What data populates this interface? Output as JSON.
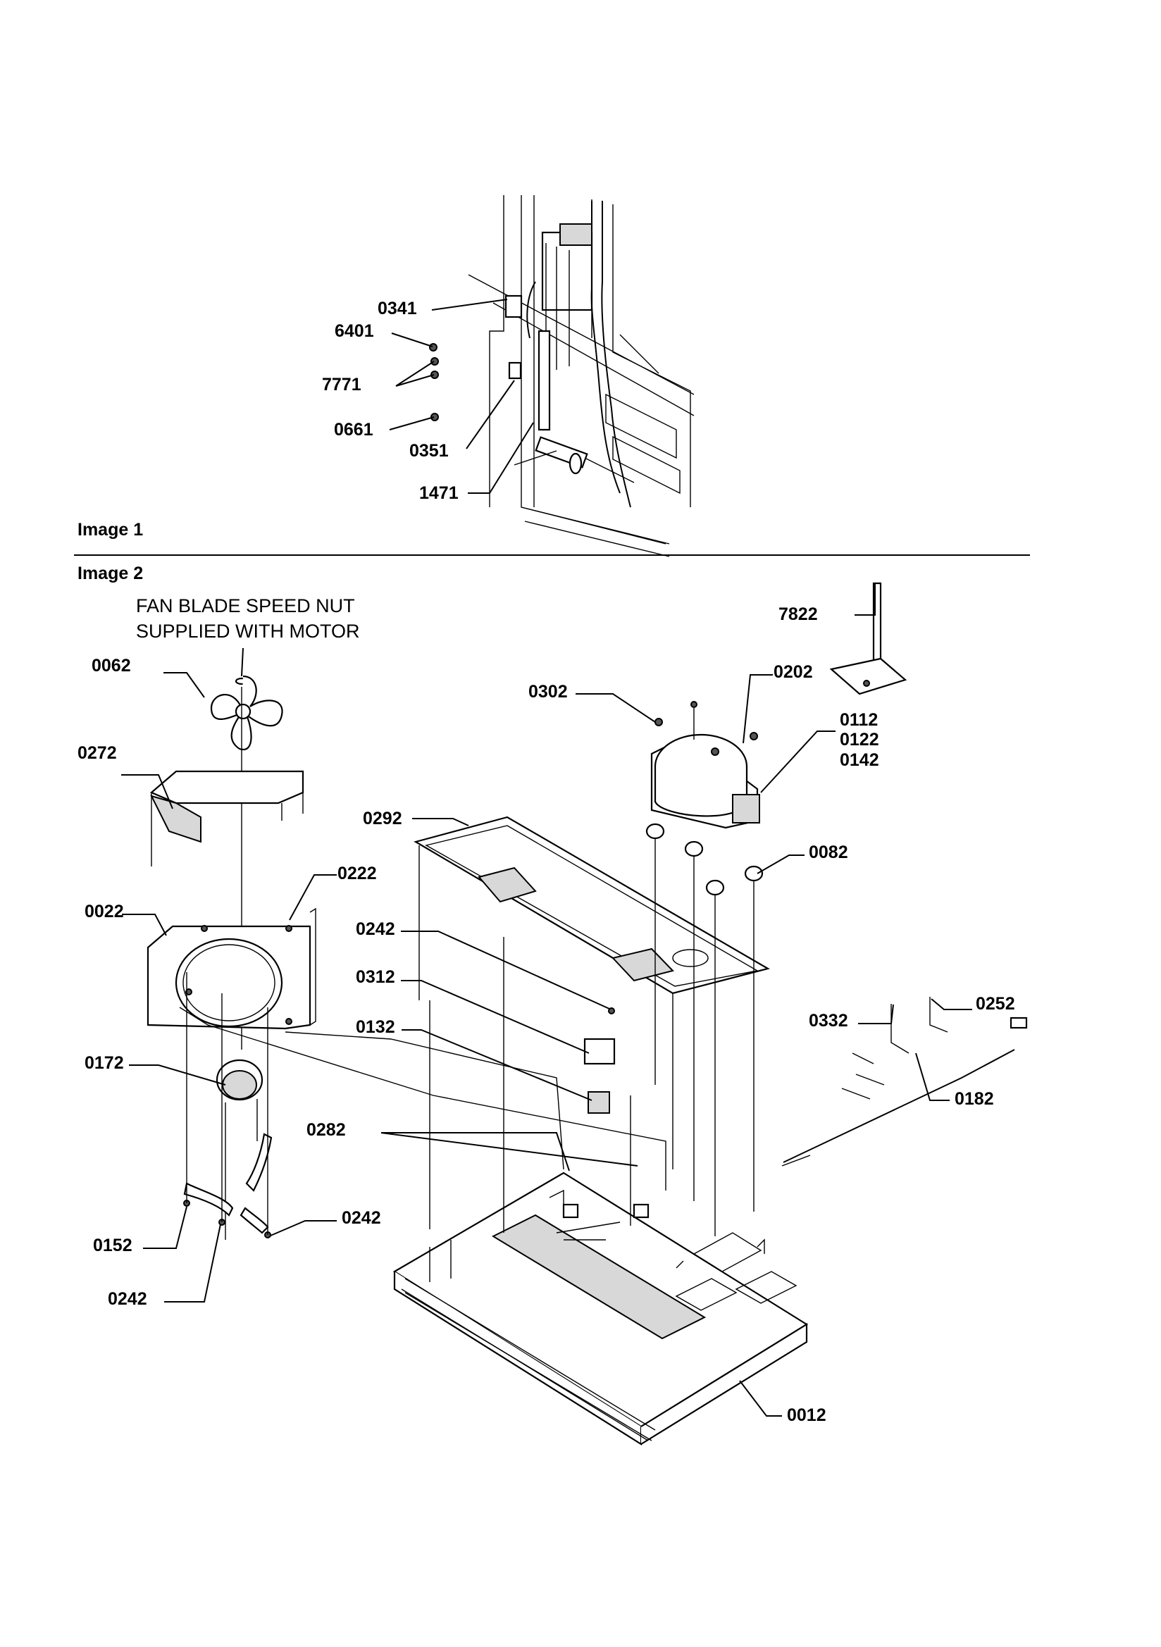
{
  "sections": {
    "image1": "Image 1",
    "image2": "Image 2"
  },
  "note": {
    "line1": "FAN BLADE SPEED NUT",
    "line2": "SUPPLIED WITH MOTOR"
  },
  "labels": {
    "p0341": "0341",
    "p6401": "6401",
    "p7771": "7771",
    "p0661": "0661",
    "p0351": "0351",
    "p1471": "1471",
    "p0062": "0062",
    "p0272": "0272",
    "p0222": "0222",
    "p0022": "0022",
    "p0172": "0172",
    "p0152": "0152",
    "p0242a": "0242",
    "p0242b": "0242",
    "p0242c": "0242",
    "p0282": "0282",
    "p0292": "0292",
    "p0312": "0312",
    "p0132": "0132",
    "p0302": "0302",
    "p0202": "0202",
    "p7822": "7822",
    "p0112": "0112",
    "p0122": "0122",
    "p0142": "0142",
    "p0082": "0082",
    "p0332": "0332",
    "p0252": "0252",
    "p0182": "0182",
    "p0012": "0012"
  }
}
